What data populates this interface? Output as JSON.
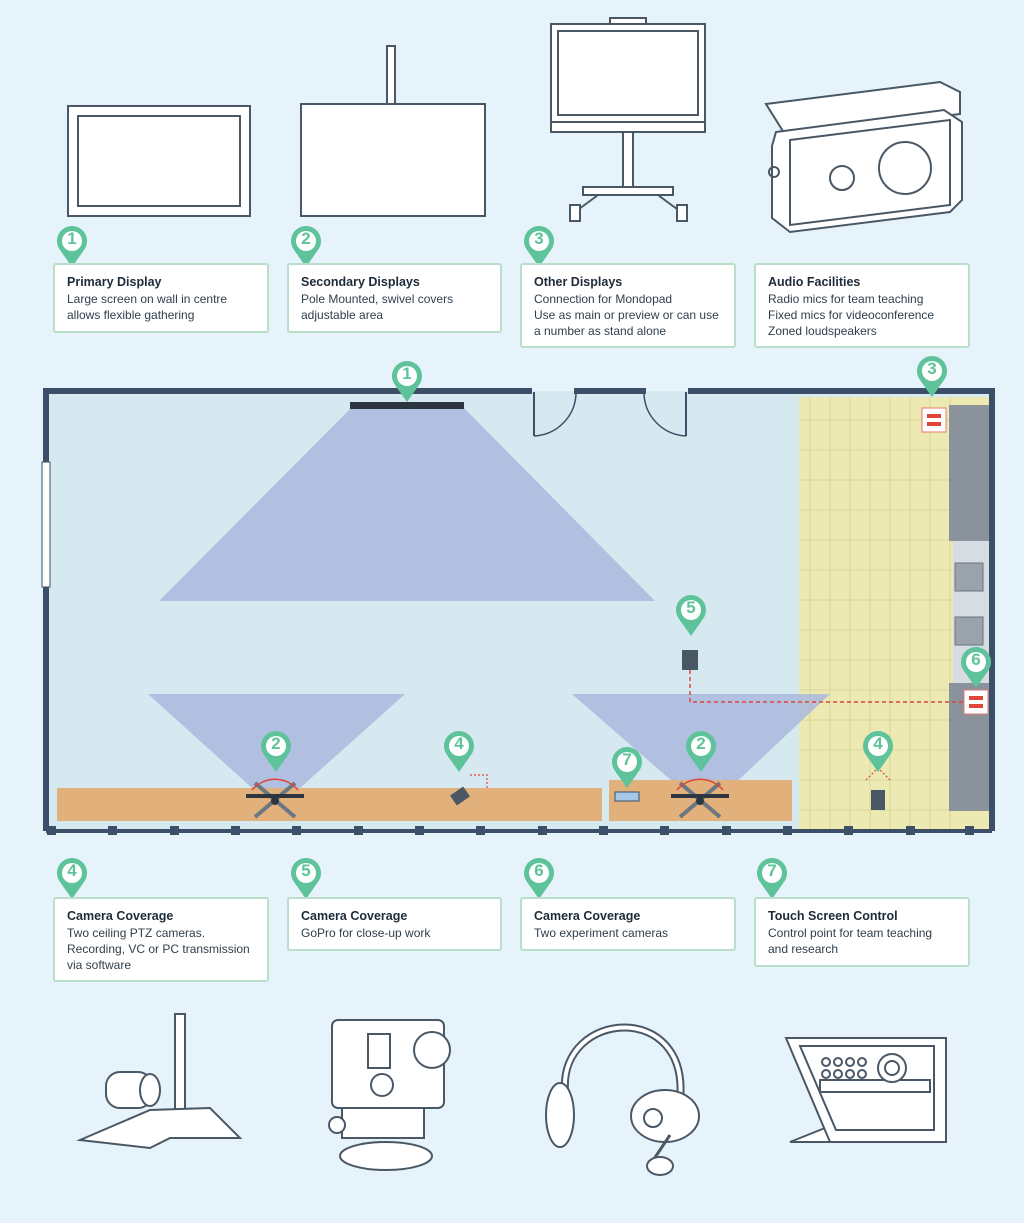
{
  "colors": {
    "background": "#e6f3fb",
    "pin": "#5ec39a",
    "card_border": "#b9dfc9",
    "room_floor": "#d6e9f1",
    "wall": "#3b5068",
    "bench": "#e2b07a",
    "lab_zone": "#eceab2",
    "coverage": "#aab9dd",
    "wiring": "#e0453a"
  },
  "top_cards": [
    {
      "number": "1",
      "title": "Primary Display",
      "lines": [
        "Large screen on wall in centre",
        "allows flexible gathering"
      ]
    },
    {
      "number": "2",
      "title": "Secondary Displays",
      "lines": [
        "Pole Mounted, swivel covers",
        "adjustable area"
      ]
    },
    {
      "number": "3",
      "title": "Other Displays",
      "lines": [
        "Connection for Mondopad",
        "Use as main or preview or can use",
        "a number as stand alone"
      ]
    },
    {
      "number": "",
      "title": "Audio Facilities",
      "lines": [
        "Radio mics for team teaching",
        "Fixed mics for videoconference",
        "Zoned loudspeakers"
      ]
    }
  ],
  "bottom_cards": [
    {
      "number": "4",
      "title": "Camera Coverage",
      "lines": [
        "Two ceiling PTZ cameras.",
        "Recording, VC or PC transmission",
        "via software"
      ]
    },
    {
      "number": "5",
      "title": "Camera Coverage",
      "lines": [
        "GoPro for close-up work"
      ]
    },
    {
      "number": "6",
      "title": "Camera Coverage",
      "lines": [
        "Two experiment cameras"
      ]
    },
    {
      "number": "7",
      "title": "Touch Screen Control",
      "lines": [
        "Control point for team teaching",
        "and research"
      ]
    }
  ],
  "plan_markers": [
    "1",
    "3",
    "5",
    "6",
    "2",
    "4",
    "7",
    "2",
    "4"
  ],
  "icons": {
    "top": [
      "wall-display-icon",
      "pole-display-icon",
      "mobile-display-stand-icon",
      "loudspeaker-icon"
    ],
    "bottom": [
      "ptz-camera-icon",
      "gopro-camera-icon",
      "headset-mic-icon",
      "touch-panel-icon"
    ]
  }
}
